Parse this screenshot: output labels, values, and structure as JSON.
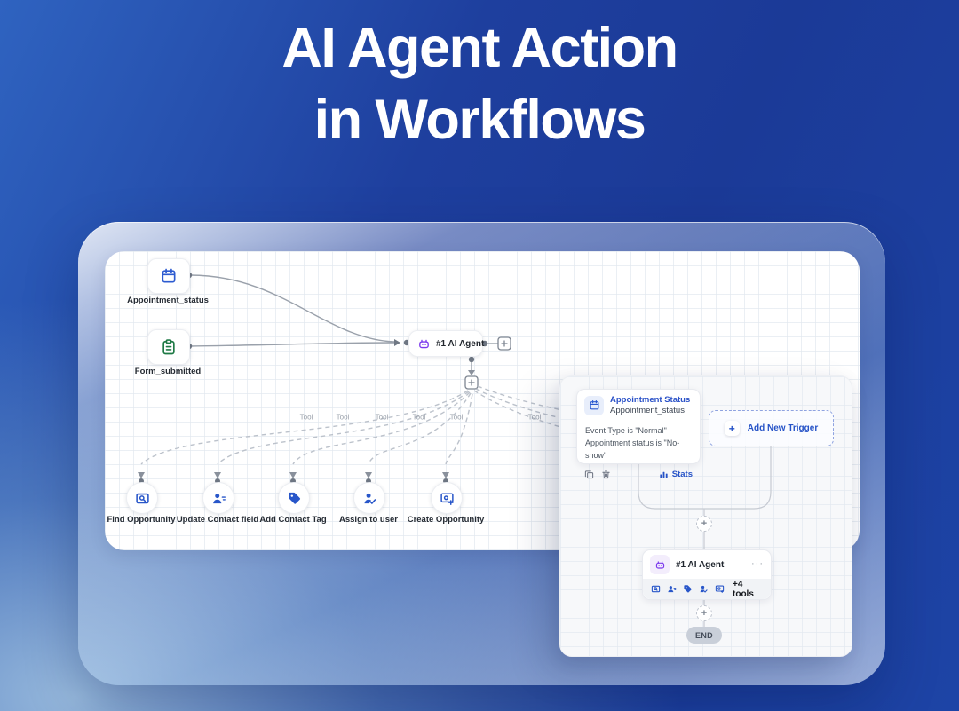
{
  "title": {
    "line1": "AI Agent Action",
    "line2": "in Workflows"
  },
  "workflow": {
    "edge_label": "Tool",
    "triggers": [
      {
        "label": "Appointment_status",
        "icon": "calendar-icon"
      },
      {
        "label": "Form_submitted",
        "icon": "form-icon"
      }
    ],
    "agent": {
      "label": "#1 AI Agent",
      "icon": "robot-icon"
    },
    "tools": [
      {
        "label": "Find Opportunity",
        "icon": "find-opportunity-icon"
      },
      {
        "label": "Update Contact field",
        "icon": "update-contact-field-icon"
      },
      {
        "label": "Add Contact Tag",
        "icon": "add-contact-tag-icon"
      },
      {
        "label": "Assign to user",
        "icon": "assign-to-user-icon"
      },
      {
        "label": "Create Opportunity",
        "icon": "create-opportunity-icon"
      }
    ]
  },
  "panel": {
    "trigger_card": {
      "icon": "calendar-icon",
      "title": "Appointment Status",
      "subtitle": "Appointment_status",
      "conditions": [
        "Event Type is \"Normal\"",
        "Appointment status is \"No-show\""
      ],
      "stats_label": "Stats"
    },
    "add_trigger": {
      "plus": "+",
      "label": "Add New Trigger"
    },
    "agent_card": {
      "icon": "robot-icon",
      "title": "#1 AI Agent",
      "menu": "···",
      "tools_summary": "+4 tools"
    },
    "plus_button": "+",
    "end_label": "END"
  },
  "colors": {
    "accent_blue": "#2653c7",
    "icon_blue": "#2856c9",
    "trigger_blue": "#2d5bd0",
    "form_green": "#1f7a46",
    "agent_purple": "#7c3aed",
    "edge_gray": "#9aa1ab",
    "bg_navy": "#1e3f9e"
  }
}
